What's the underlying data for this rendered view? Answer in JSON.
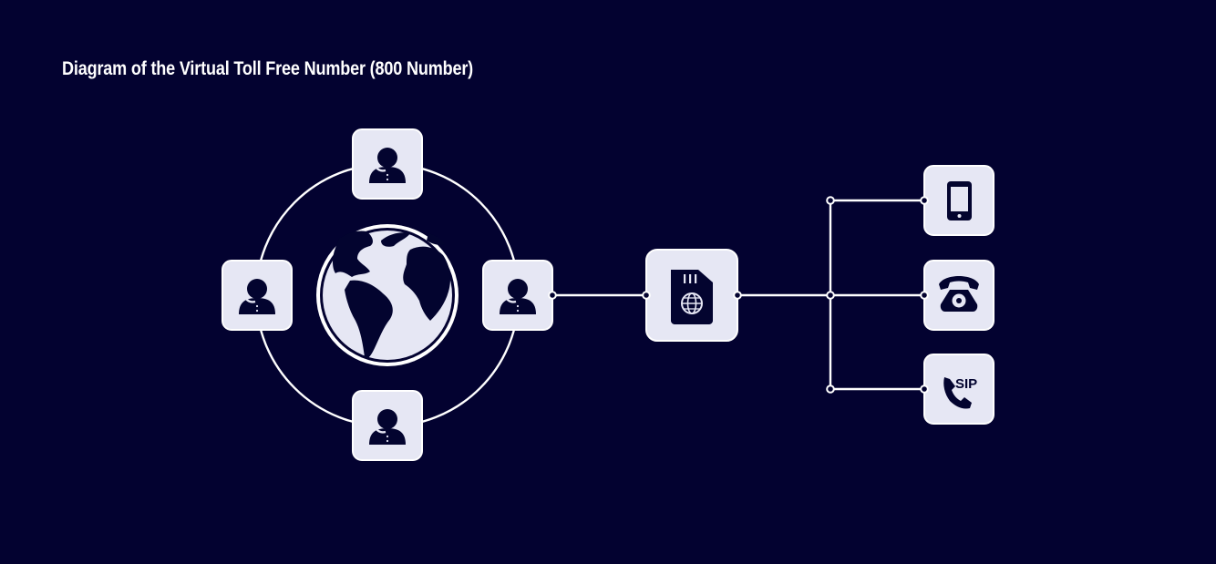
{
  "title": "Diagram of the Virtual Toll Free Number (800 Number)",
  "nodes": {
    "agents": [
      {
        "icon": "agent-headset-icon",
        "position": "top"
      },
      {
        "icon": "agent-headset-icon",
        "position": "left"
      },
      {
        "icon": "agent-headset-icon",
        "position": "right"
      },
      {
        "icon": "agent-headset-icon",
        "position": "bottom"
      }
    ],
    "center": {
      "icon": "globe-icon"
    },
    "hub": {
      "icon": "virtual-sim-icon"
    },
    "endpoints": [
      {
        "icon": "mobile-phone-icon"
      },
      {
        "icon": "landline-phone-icon"
      },
      {
        "icon": "sip-phone-icon",
        "label": "SIP"
      }
    ]
  },
  "colors": {
    "background": "#030230",
    "tile": "#e6e7f4",
    "icon": "#03042f",
    "line": "#ffffff"
  }
}
